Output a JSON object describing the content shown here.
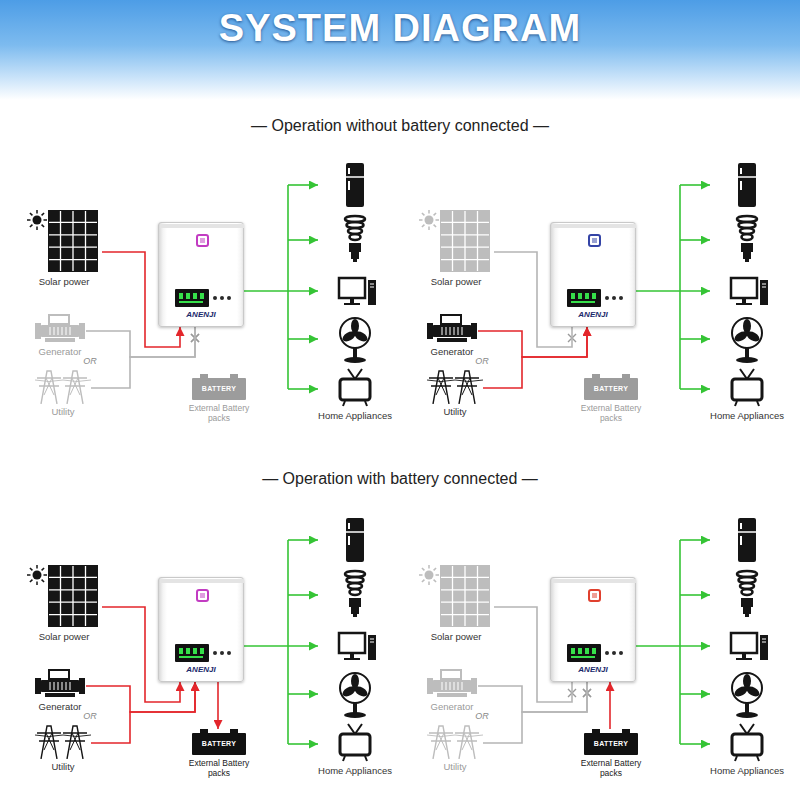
{
  "diagram": {
    "title": "SYSTEM DIAGRAM",
    "nodes": [
      {
        "text": [
          "Solar power"
        ]
      },
      {
        "text": [
          "Generator"
        ]
      },
      {
        "text": [
          "Utility"
        ]
      },
      {
        "text": [
          "ANENJI"
        ]
      },
      {
        "text": [
          "BATTERY",
          "External Battery packs"
        ]
      },
      {
        "text": [
          "Home Appliances"
        ]
      },
      {
        "text": [
          "Solar power"
        ]
      },
      {
        "text": [
          "Generator"
        ]
      },
      {
        "text": [
          "Utility"
        ]
      },
      {
        "text": [
          "ANENJI"
        ]
      },
      {
        "text": [
          "BATTERY",
          "External Battery packs"
        ]
      },
      {
        "text": [
          "Home Appliances"
        ]
      },
      {
        "text": [
          "Solar power"
        ]
      },
      {
        "text": [
          "Generator"
        ]
      },
      {
        "text": [
          "Utility"
        ]
      },
      {
        "text": [
          "ANENJI"
        ]
      },
      {
        "text": [
          "BATTERY",
          "External Battery packs"
        ]
      },
      {
        "text": [
          "Home Appliances"
        ]
      },
      {
        "text": [
          "Solar power"
        ]
      },
      {
        "text": [
          "Generator"
        ]
      },
      {
        "text": [
          "Utility"
        ]
      },
      {
        "text": [
          "ANENJI"
        ]
      },
      {
        "text": [
          "BATTERY",
          "External Battery packs"
        ]
      },
      {
        "text": [
          "Home Appliances"
        ]
      }
    ],
    "edges": [
      {
        "from": 0,
        "to": 3,
        "arrow": "to"
      },
      {
        "from": 1,
        "to": 3,
        "arrow": "none"
      },
      {
        "from": 2,
        "to": 3,
        "arrow": "none"
      },
      {
        "from": 3,
        "to": 5,
        "arrow": "to"
      },
      {
        "from": 6,
        "to": 9,
        "arrow": "none"
      },
      {
        "from": 7,
        "to": 9,
        "arrow": "to"
      },
      {
        "from": 8,
        "to": 9,
        "arrow": "to"
      },
      {
        "from": 9,
        "to": 11,
        "arrow": "to"
      },
      {
        "from": 12,
        "to": 15,
        "arrow": "to"
      },
      {
        "from": 13,
        "to": 15,
        "arrow": "to"
      },
      {
        "from": 14,
        "to": 15,
        "arrow": "to"
      },
      {
        "from": 15,
        "to": 16,
        "arrow": "to"
      },
      {
        "from": 15,
        "to": 17,
        "arrow": "to"
      },
      {
        "from": 18,
        "to": 21,
        "arrow": "none"
      },
      {
        "from": 19,
        "to": 21,
        "arrow": "none"
      },
      {
        "from": 20,
        "to": 21,
        "arrow": "none"
      },
      {
        "from": 22,
        "to": 21,
        "arrow": "to"
      },
      {
        "from": 21,
        "to": 23,
        "arrow": "to"
      }
    ],
    "labels": [
      "— Operation without battery connected —",
      "— Operation with battery connected —",
      "OR",
      "OR",
      "OR",
      "OR"
    ]
  }
}
